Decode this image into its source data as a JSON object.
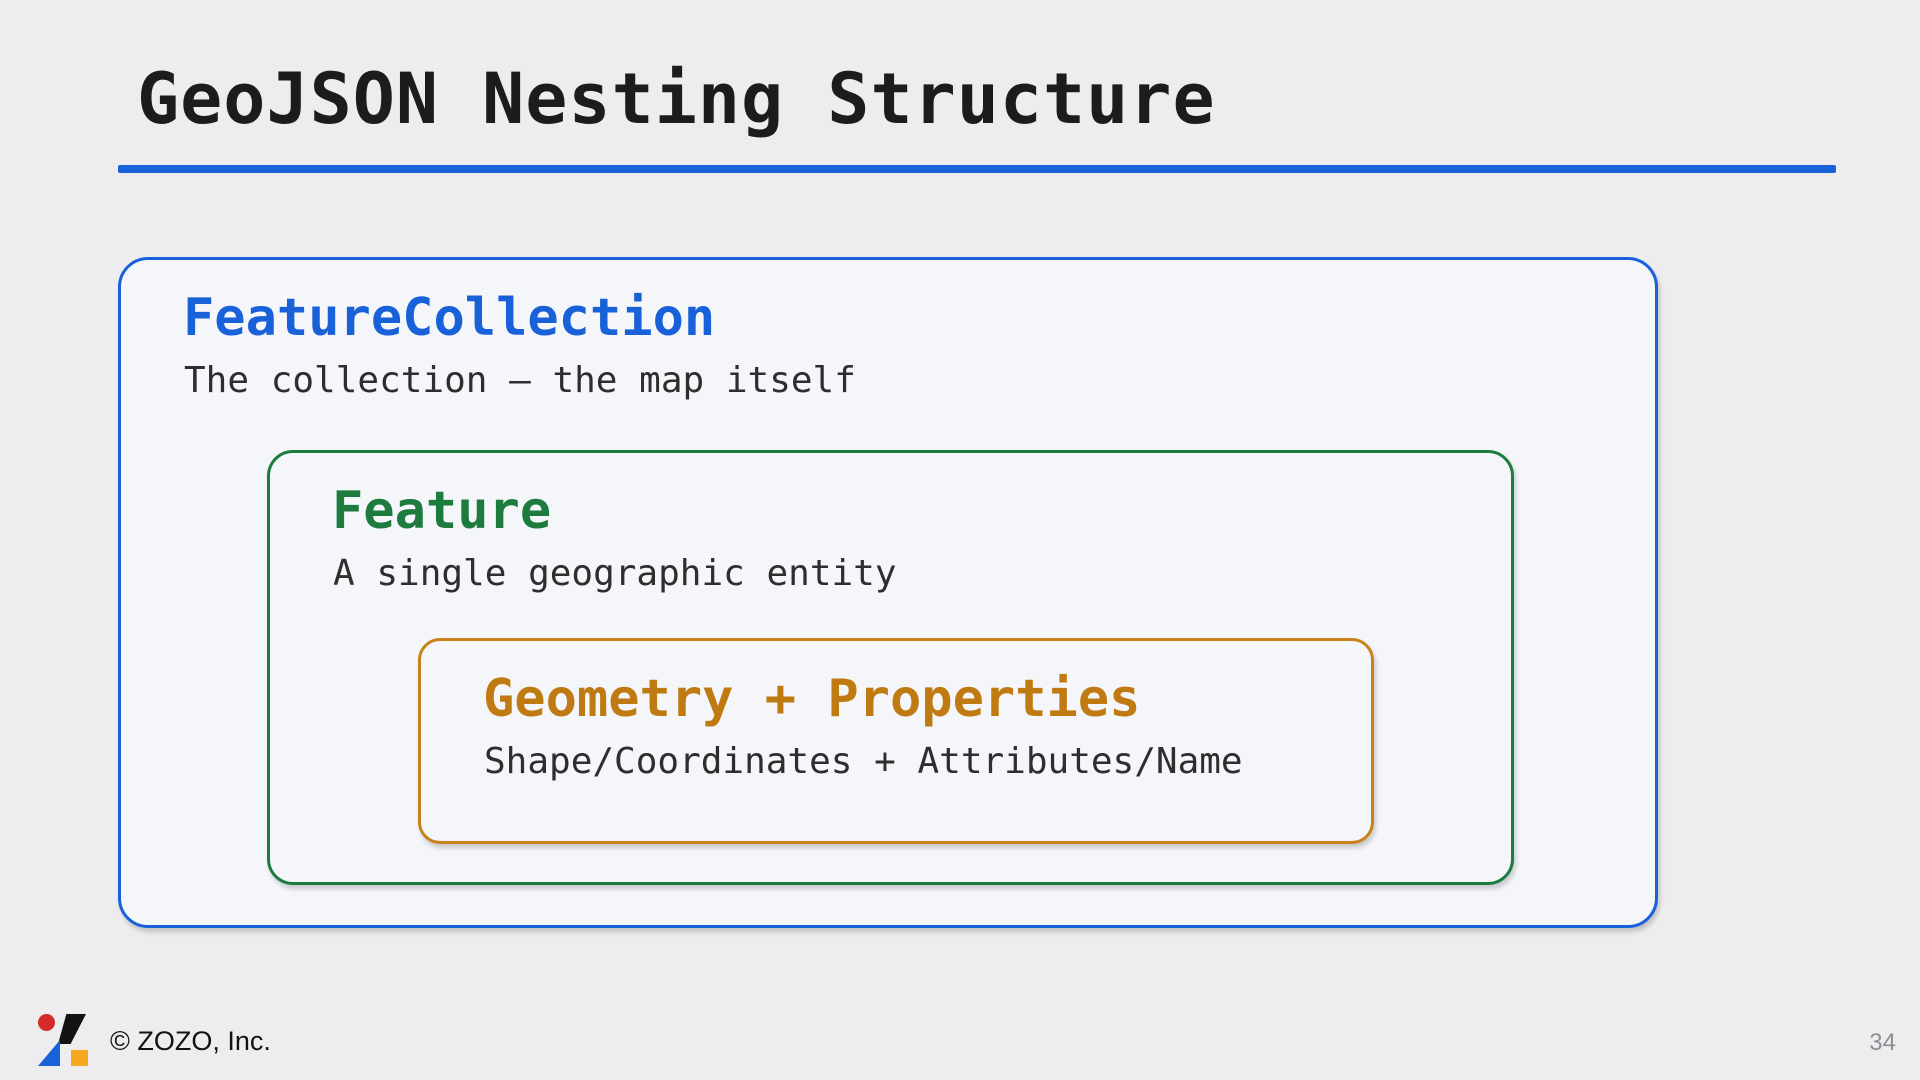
{
  "slide": {
    "title": "GeoJSON Nesting Structure",
    "background_color": "#ededef",
    "accent_color": "#1961d9",
    "footer": {
      "copyright": "© ZOZO, Inc.",
      "page_number": "34",
      "logo": "zozo-logo"
    }
  },
  "diagram": {
    "feature_collection": {
      "title": "FeatureCollection",
      "subtitle": "The collection — the map itself",
      "color": "#1961d9"
    },
    "feature": {
      "title": "Feature",
      "subtitle": "A single geographic entity",
      "color": "#1e7b3e"
    },
    "geometry_properties": {
      "title": "Geometry + Properties",
      "subtitle": "Shape/Coordinates + Attributes/Name",
      "color": "#bf7a12"
    }
  }
}
